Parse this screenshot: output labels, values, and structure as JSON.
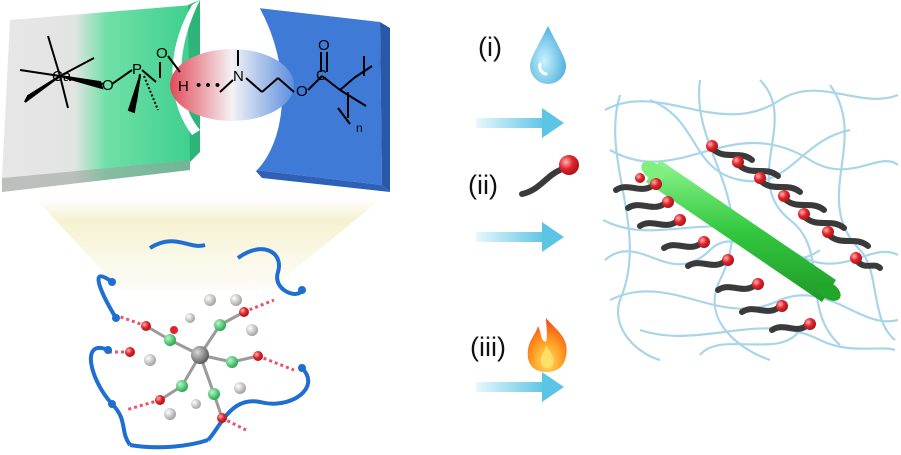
{
  "chemistry": {
    "ca": "Ca",
    "o1": "O",
    "p": "P",
    "o2": "O",
    "h": "H",
    "hbond_dots": "• • •",
    "n": "N",
    "o3": "O",
    "c": "C",
    "o4": "O",
    "n_sub": "n"
  },
  "steps": [
    {
      "label": "(i)",
      "icon": "water-drop-icon"
    },
    {
      "label": "(ii)",
      "icon": "molecule-chain-icon"
    },
    {
      "label": "(iii)",
      "icon": "fire-icon"
    }
  ],
  "colors": {
    "gray_block": "#d9d9d9",
    "green_block": "#3ecf8e",
    "blue_block": "#3f7ad6",
    "interface_red": "#e24a5a",
    "interface_blue": "#5b8fe0",
    "polymer_chain": "#1e6fd1",
    "arrow": "#7fd0ea",
    "rod": "#3fd04a",
    "mesh": "#a9d5ea",
    "red_head": "#e0242b",
    "tail": "#3a3a3a"
  }
}
